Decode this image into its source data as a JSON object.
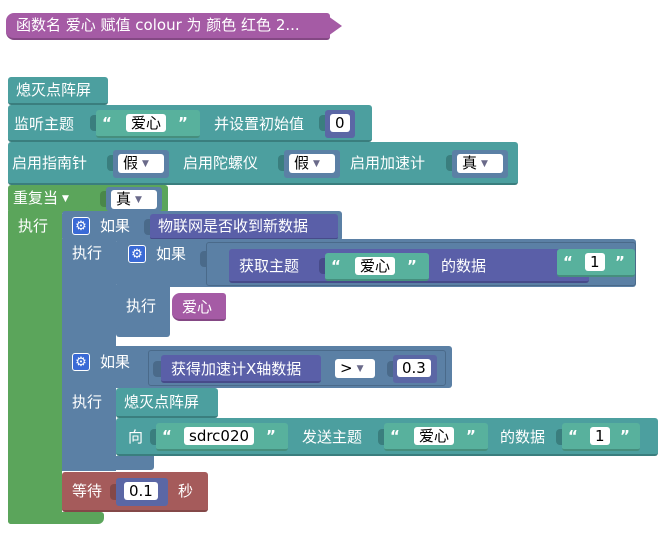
{
  "func_block": {
    "label": "函数名 爱心 赋值 colour 为 颜色 红色 2..."
  },
  "clear_block_1": {
    "label": "熄灭点阵屏"
  },
  "subscribe": {
    "label": "监听主题",
    "topic": "爱心",
    "init_label": "并设置初始值",
    "init_value": "0"
  },
  "enable": {
    "compass_label": "启用指南针",
    "compass_value": "假",
    "gyro_label": "启用陀螺仪",
    "gyro_value": "假",
    "accel_label": "启用加速计",
    "accel_value": "真"
  },
  "repeat": {
    "mode": "重复当",
    "cond": "真",
    "do_label": "执行"
  },
  "if1": {
    "if_label": "如果",
    "cond": "物联网是否收到新数据",
    "do_label": "执行"
  },
  "if2": {
    "if_label": "如果",
    "get_label": "获取主题",
    "topic": "爱心",
    "data_label": "的数据",
    "op": "=",
    "compare": "1",
    "do_label": "执行",
    "call": "爱心"
  },
  "if3": {
    "if_label": "如果",
    "accel_label": "获得加速计X轴数据",
    "op": ">",
    "value": "0.3",
    "do_label": "执行"
  },
  "clear_block_2": {
    "label": "熄灭点阵屏"
  },
  "send": {
    "to_label": "向",
    "target": "sdrc020",
    "topic_label": "发送主题",
    "topic": "爱心",
    "data_label": "的数据",
    "data": "1"
  },
  "wait": {
    "label": "等待",
    "value": "0.1",
    "unit": "秒"
  },
  "colors": {
    "teal": "#4c9f9f",
    "green": "#5ba55b",
    "blue": "#5b80a5",
    "indigo": "#5a5fa8",
    "red": "#a55b5b",
    "magenta": "#a55ba5"
  }
}
